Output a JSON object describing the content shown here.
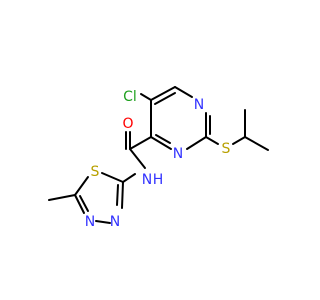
{
  "colors": {
    "bond": "#000000",
    "C": "#000000",
    "N": "#3333ff",
    "O": "#ff0000",
    "S": "#b8a000",
    "Cl": "#1fa01f"
  },
  "atoms": {
    "cl": "Cl",
    "o": "O",
    "n_pyr_top": "N",
    "n_pyr_bot": "N",
    "s_isopropyl": "S",
    "nh": "N",
    "h": "H",
    "s_ring": "S",
    "n_td_right": "N",
    "n_td_left": "N"
  }
}
